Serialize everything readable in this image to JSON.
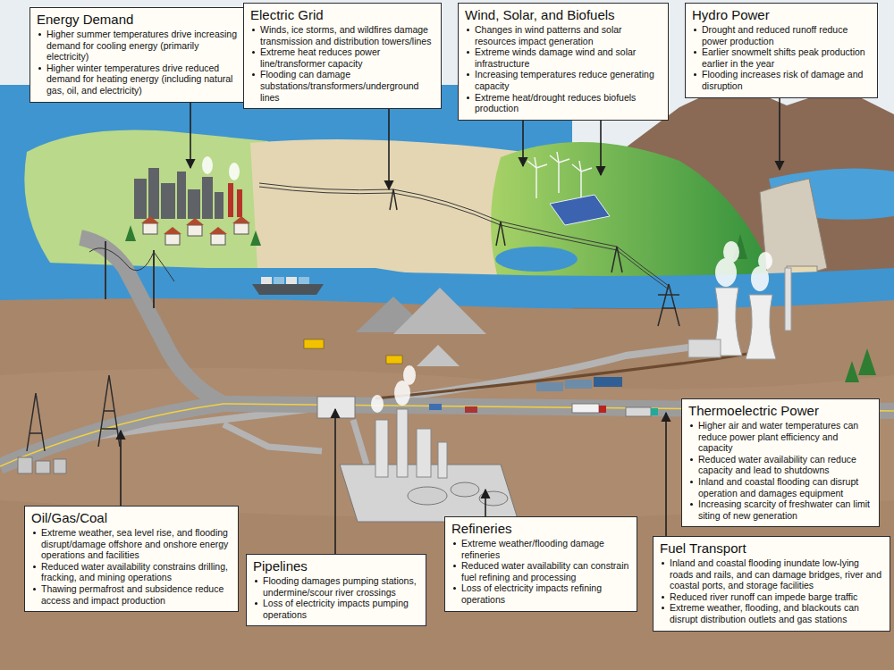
{
  "diagram": {
    "nodes": [
      {
        "text": [
          "Energy Demand",
          "Higher summer temperatures drive increasing demand for cooling energy (primarily electricity)",
          "Higher winter temperatures drive reduced demand for heating energy (including natural gas, oil, and electricity)"
        ]
      },
      {
        "text": [
          "Electric Grid",
          "Winds, ice storms, and wildfires damage transmission and distribution towers/lines",
          "Extreme heat reduces power line/transformer capacity",
          "Flooding can damage substations/transformers/underground lines"
        ]
      },
      {
        "text": [
          "Wind, Solar, and Biofuels",
          "Changes in wind patterns and solar resources impact generation",
          "Extreme winds damage wind and solar infrastructure",
          "Increasing temperatures reduce generating capacity",
          "Extreme heat/drought reduces biofuels production"
        ]
      },
      {
        "text": [
          "Hydro Power",
          "Drought and reduced runoff reduce power production",
          "Earlier snowmelt shifts peak production earlier in the year",
          "Flooding increases risk of damage and disruption"
        ]
      },
      {
        "text": [
          "Thermoelectric Power",
          "Higher air and water temperatures can reduce power plant efficiency and capacity",
          "Reduced water availability can reduce capacity and lead to shutdowns",
          "Inland and coastal flooding can disrupt operation and damages equipment",
          "Increasing scarcity of freshwater can limit siting of new generation"
        ]
      },
      {
        "text": [
          "Oil/Gas/Coal",
          "Extreme weather, sea level rise, and flooding disrupt/damage offshore and onshore energy operations and facilities",
          "Reduced water availability constrains drilling, fracking, and mining operations",
          "Thawing permafrost and subsidence reduce access and impact production"
        ]
      },
      {
        "text": [
          "Pipelines",
          "Flooding damages pumping stations, undermine/scour river crossings",
          "Loss of electricity impacts pumping operations"
        ]
      },
      {
        "text": [
          "Refineries",
          "Extreme weather/flooding damage refineries",
          "Reduced water availability can constrain fuel refining and processing",
          "Loss of electricity impacts refining operations"
        ]
      },
      {
        "text": [
          "Fuel Transport",
          "Inland and coastal flooding inundate low-lying roads and rails, and can damage bridges, river and coastal ports, and storage facilities",
          "Reduced river runoff can impede barge traffic",
          "Extreme weather, flooding, and blackouts can disrupt distribution outlets and gas stations"
        ]
      }
    ]
  }
}
